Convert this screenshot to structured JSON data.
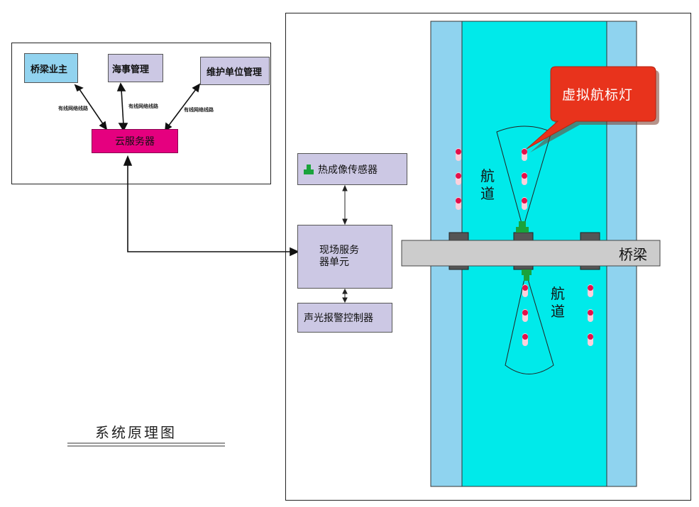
{
  "left_panel": {
    "boxes": {
      "bridge_owner": "桥梁业主",
      "maritime": "海事管理",
      "maintenance": "维护单位管理",
      "cloud_server": "云服务器"
    },
    "link_labels": [
      "有线网络线路",
      "有线网络线路",
      "有线网络线路"
    ]
  },
  "center_panel": {
    "thermal_sensor": "热成像传感器",
    "site_server": [
      "现场服务",
      "器单元"
    ],
    "alarm_controller": "声光报警控制器"
  },
  "river": {
    "callout": "虚拟航标灯",
    "channel_top": [
      "航",
      "道"
    ],
    "channel_bottom": [
      "航",
      "道"
    ],
    "bridge": "桥梁"
  },
  "caption": "系统原理图",
  "colors": {
    "water": "#00eaea",
    "bank": "#8fd3ef",
    "bridge": "#cccccc",
    "cloud_server": "#e5007f",
    "purple_box": "#ccc8e4",
    "blue_box": "#92d3ef",
    "callout": "#e8331c",
    "marker": "#e4104a",
    "sensor": "#1aa33c"
  }
}
